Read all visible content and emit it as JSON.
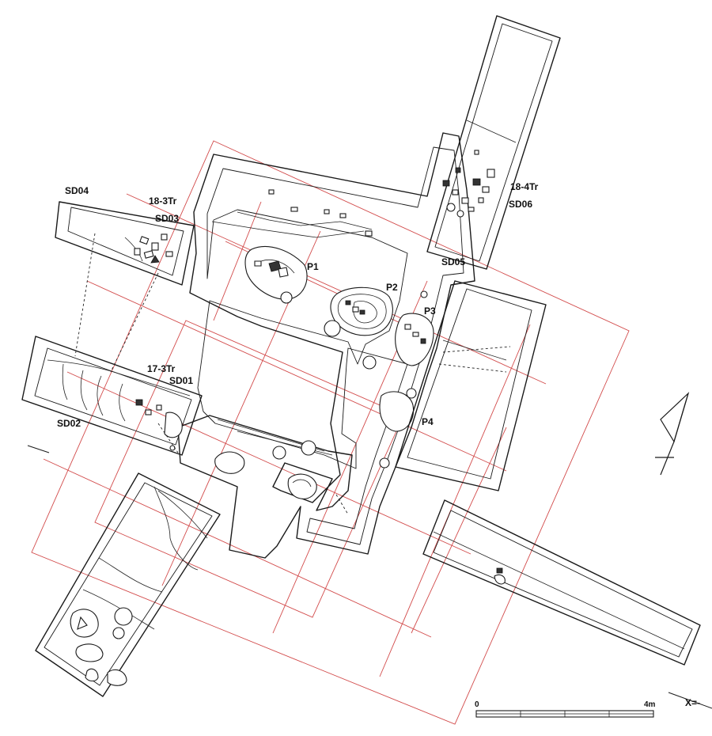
{
  "labels": {
    "SD04": "SD04",
    "tr18_3": "18-3Tr",
    "SD03": "SD03",
    "tr18_4": "18-4Tr",
    "SD06": "SD06",
    "SD05": "SD05",
    "P1": "P1",
    "P2": "P2",
    "P3": "P3",
    "P4": "P4",
    "tr17_3": "17-3Tr",
    "SD01": "SD01",
    "SD02": "SD02"
  },
  "scale_bar": {
    "start_label": "0",
    "end_label": "4m"
  },
  "coordinate_label": "X=-",
  "colors": {
    "grid_line": "#d24a4a",
    "outline": "#1a1a1a"
  }
}
